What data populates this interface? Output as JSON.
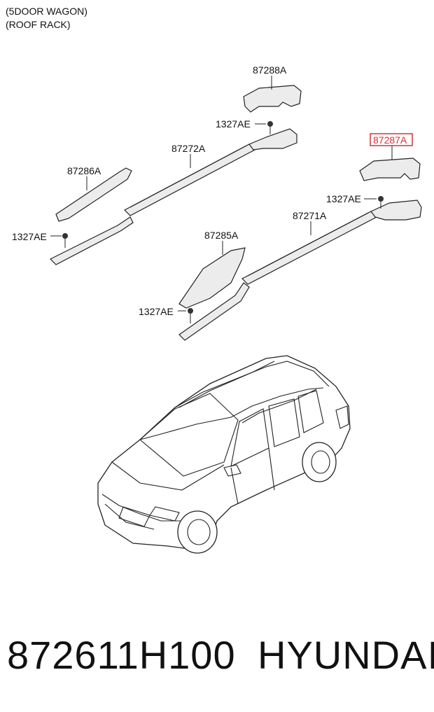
{
  "header": {
    "line1": "(5DOOR WAGON)",
    "line2": "(ROOF RACK)"
  },
  "callouts": {
    "p87288A": "87288A",
    "p1327AE_top": "1327AE",
    "p87272A": "87272A",
    "p87287A": "87287A",
    "p87286A": "87286A",
    "p1327AE_right": "1327AE",
    "p87271A": "87271A",
    "p1327AE_left": "1327AE",
    "p87285A": "87285A",
    "p1327AE_bottom": "1327AE"
  },
  "highlight_color": "#d6313a",
  "footer": {
    "part_number": "872611H100",
    "brand": "HYUNDAI"
  }
}
